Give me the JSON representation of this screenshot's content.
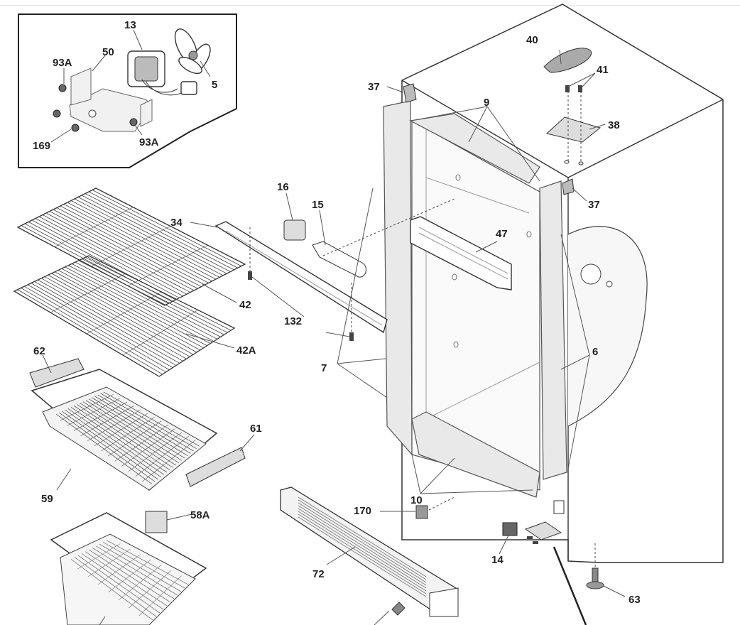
{
  "diagram": {
    "labels": {
      "l13": "13",
      "l50": "50",
      "l93a_top": "93A",
      "l5": "5",
      "l169": "169",
      "l93a_bottom": "93A",
      "l40": "40",
      "l41": "41",
      "l37_top": "37",
      "l9": "9",
      "l38": "38",
      "l37_right": "37",
      "l16": "16",
      "l15": "15",
      "l34": "34",
      "l47": "47",
      "l42": "42",
      "l132": "132",
      "l42a": "42A",
      "l62": "62",
      "l7": "7",
      "l6": "6",
      "l61": "61",
      "l59": "59",
      "l10": "10",
      "l170": "170",
      "l58a": "58A",
      "l72": "72",
      "l14": "14",
      "l63": "63"
    }
  }
}
